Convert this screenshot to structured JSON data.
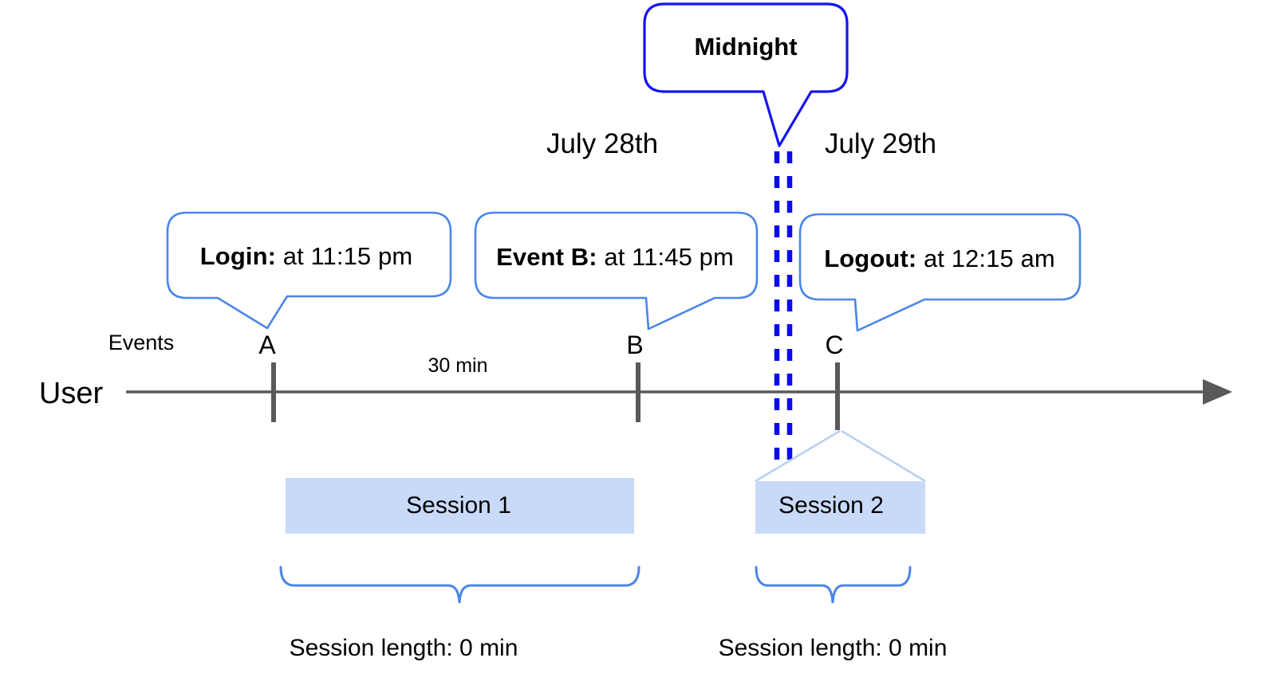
{
  "diagram": {
    "title_callout": {
      "label": "Midnight"
    },
    "dates": [
      {
        "label": "July 28th"
      },
      {
        "label": "July 29th"
      }
    ],
    "lane_labels": {
      "user": "User",
      "events": "Events"
    },
    "event_callouts": [
      {
        "id": "A",
        "bold": "Login:",
        "rest": " at 11:15 pm"
      },
      {
        "id": "B",
        "bold": "Event B:",
        "rest": " at 11:45 pm"
      },
      {
        "id": "C",
        "bold": "Logout:",
        "rest": " at 12:15 am"
      }
    ],
    "event_markers": [
      {
        "letter": "A"
      },
      {
        "letter": "B"
      },
      {
        "letter": "C"
      }
    ],
    "durations": [
      {
        "label": "30 min"
      }
    ],
    "sessions": [
      {
        "label": "Session 1",
        "length_label": "Session length: 0 min"
      },
      {
        "label": "Session 2",
        "length_label": "Session length: 0 min"
      }
    ],
    "colors": {
      "callout_border": "#4a86e8",
      "midnight_border": "#1414ee",
      "midnight_dash": "#0a0aee",
      "session_fill": "#c9daf8",
      "session_edge": "#b3cdf0",
      "axis": "#595959",
      "tick": "#595959",
      "brace": "#4a86e8",
      "text": "#000000"
    }
  }
}
